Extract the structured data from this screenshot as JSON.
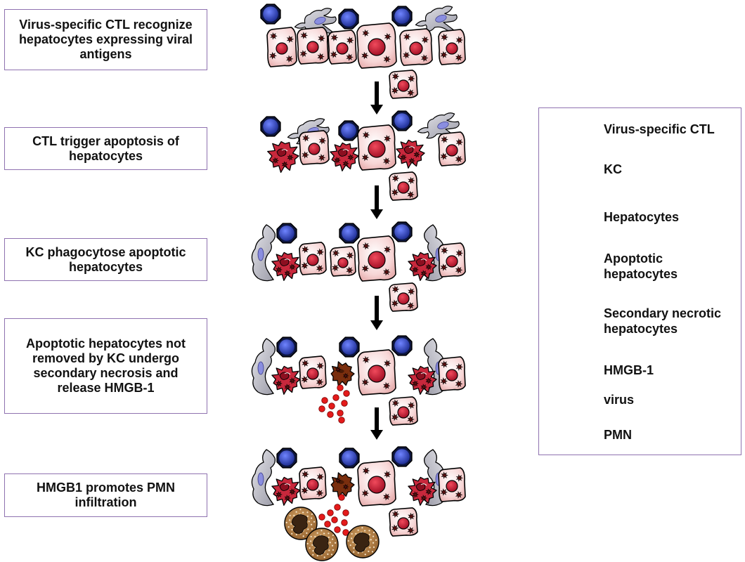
{
  "steps": [
    {
      "text": "Virus-specific CTL recognize hepatocytes expressing viral antigens"
    },
    {
      "text": "CTL trigger apoptosis of hepatocytes"
    },
    {
      "text": "KC phagocytose apoptotic hepatocytes"
    },
    {
      "text": "Apoptotic hepatocytes not removed by KC undergo secondary necrosis and release HMGB-1"
    },
    {
      "text": "HMGB1 promotes PMN infiltration"
    }
  ],
  "legend": {
    "items": [
      {
        "label": "Virus-specific CTL",
        "icon": "ctl-icon"
      },
      {
        "label": "KC",
        "icon": "kupffer-cell-icon"
      },
      {
        "label": "Hepatocytes",
        "icon": "hepatocyte-icon"
      },
      {
        "label": "Apoptotic hepatocytes",
        "icon": "apoptotic-hepatocyte-icon"
      },
      {
        "label": "Secondary necrotic hepatocytes",
        "icon": "necrotic-hepatocyte-icon"
      },
      {
        "label": "HMGB-1",
        "icon": "hmgb1-icon"
      },
      {
        "label": "virus",
        "icon": "virus-icon"
      },
      {
        "label": "PMN",
        "icon": "pmn-icon"
      }
    ]
  },
  "colors": {
    "box_border": "#8f72b0",
    "ctl": "#2b3fb8",
    "hepatocyte_fill": "#f7d6d6",
    "nucleus": "#c8102e",
    "apoptotic": "#c8283c",
    "necrotic": "#7a2e0e",
    "hmgb1": "#e41b1b",
    "kc": "#c9c9d2",
    "pmn": "#9b6a3a",
    "arrow": "#000000"
  }
}
